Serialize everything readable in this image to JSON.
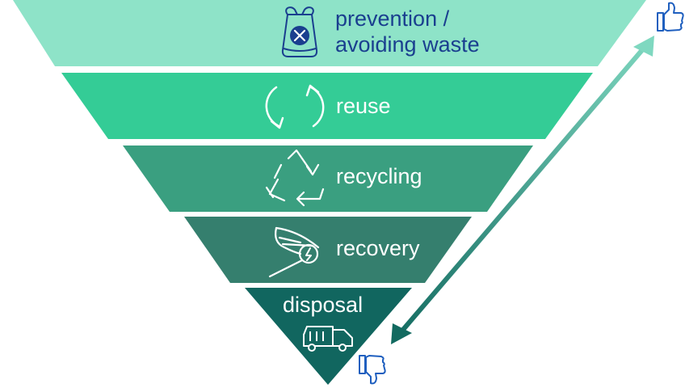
{
  "hierarchy": {
    "levels": [
      {
        "key": "prevention",
        "label_line1": "prevention /",
        "label_line2": "avoiding waste",
        "icon": "bag-with-x-icon",
        "color": "#8ee3c8",
        "text_color": "#1a3f8f"
      },
      {
        "key": "reuse",
        "label": "reuse",
        "icon": "cycle-arrows-icon",
        "color": "#34cc96",
        "text_color": "#ffffff"
      },
      {
        "key": "recycling",
        "label": "recycling",
        "icon": "recycling-triangle-icon",
        "color": "#3a9f80",
        "text_color": "#ffffff"
      },
      {
        "key": "recovery",
        "label": "recovery",
        "icon": "energy-net-icon",
        "color": "#357f6e",
        "text_color": "#ffffff"
      },
      {
        "key": "disposal",
        "label": "disposal",
        "icon": "garbage-truck-icon",
        "color": "#11665f",
        "text_color": "#ffffff"
      }
    ]
  },
  "arrow": {
    "icon": "double-headed-arrow-icon",
    "color_top": "#7fd8c0",
    "color_bottom": "#126a60"
  },
  "indicators": {
    "top": {
      "icon": "thumbs-up-icon",
      "color": "#1f5fbf"
    },
    "bottom": {
      "icon": "thumbs-down-icon",
      "color": "#1f5fbf"
    }
  }
}
